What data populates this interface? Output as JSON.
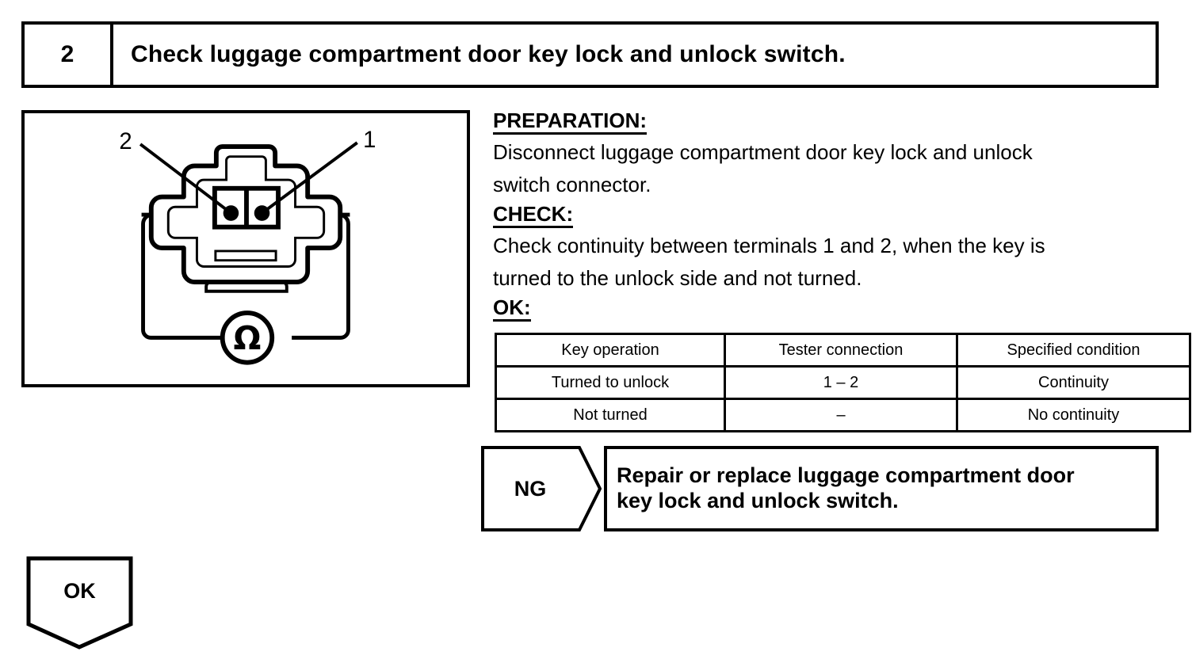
{
  "step": {
    "number": "2",
    "title": "Check luggage compartment door key lock and unlock switch."
  },
  "figure": {
    "terminal_label_1": "1",
    "terminal_label_2": "2",
    "meter_symbol": "Ω",
    "caption_alt": "Ohmmeter connected across terminals 1 and 2 of luggage compartment door key lock and unlock switch connector"
  },
  "instructions": {
    "preparation_heading": "PREPARATION:",
    "preparation_line1": "Disconnect luggage compartment door key lock and unlock",
    "preparation_line2": "switch connector.",
    "check_heading": "CHECK:",
    "check_line1": "Check continuity between terminals 1 and 2, when the key is",
    "check_line2": "turned to the unlock side and not turned.",
    "ok_heading": "OK:"
  },
  "result_table": {
    "headers": [
      "Key operation",
      "Tester connection",
      "Specified condition"
    ],
    "rows": [
      [
        "Turned to unlock",
        "1 – 2",
        "Continuity"
      ],
      [
        "Not turned",
        "–",
        "No continuity"
      ]
    ]
  },
  "ng_branch": {
    "tag": "NG",
    "action_line1": "Repair or replace luggage compartment door",
    "action_line2": "key lock and unlock switch."
  },
  "ok_branch": {
    "tag": "OK"
  },
  "colors": {
    "ink": "#000000",
    "paper": "#ffffff"
  }
}
